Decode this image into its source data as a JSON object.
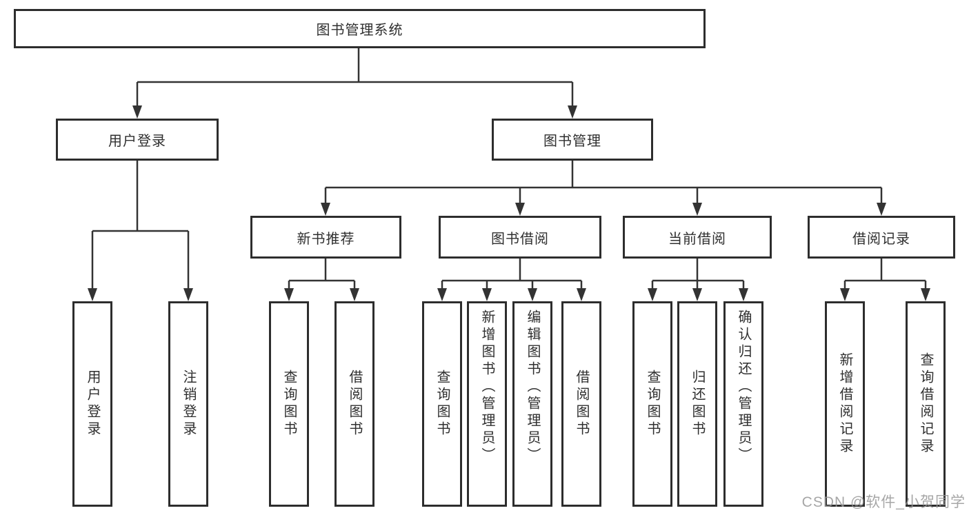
{
  "root_label": "图书管理系统",
  "watermark": "CSDN @软件_小贺同学",
  "branches": [
    {
      "id": "user-login",
      "label": "用户登录",
      "children": [
        "用户登录",
        "注销登录"
      ]
    },
    {
      "id": "book-mgmt",
      "label": "图书管理",
      "groups": [
        {
          "label": "新书推荐",
          "children": [
            "查询图书",
            "借阅图书"
          ]
        },
        {
          "label": "图书借阅",
          "children": [
            "查询图书",
            "新增图书（管理员）",
            "编辑图书（管理员）",
            "借阅图书"
          ]
        },
        {
          "label": "当前借阅",
          "children": [
            "查询图书",
            "归还图书",
            "确认归还（管理员）"
          ]
        },
        {
          "label": "借阅记录",
          "children": [
            "新增借阅记录",
            "查询借阅记录"
          ]
        }
      ]
    }
  ],
  "colors": {
    "line": "#333333",
    "box_border": "#2d2d2d",
    "text": "#2f2f2f",
    "watermark": "#969696",
    "background": "#ffffff"
  }
}
